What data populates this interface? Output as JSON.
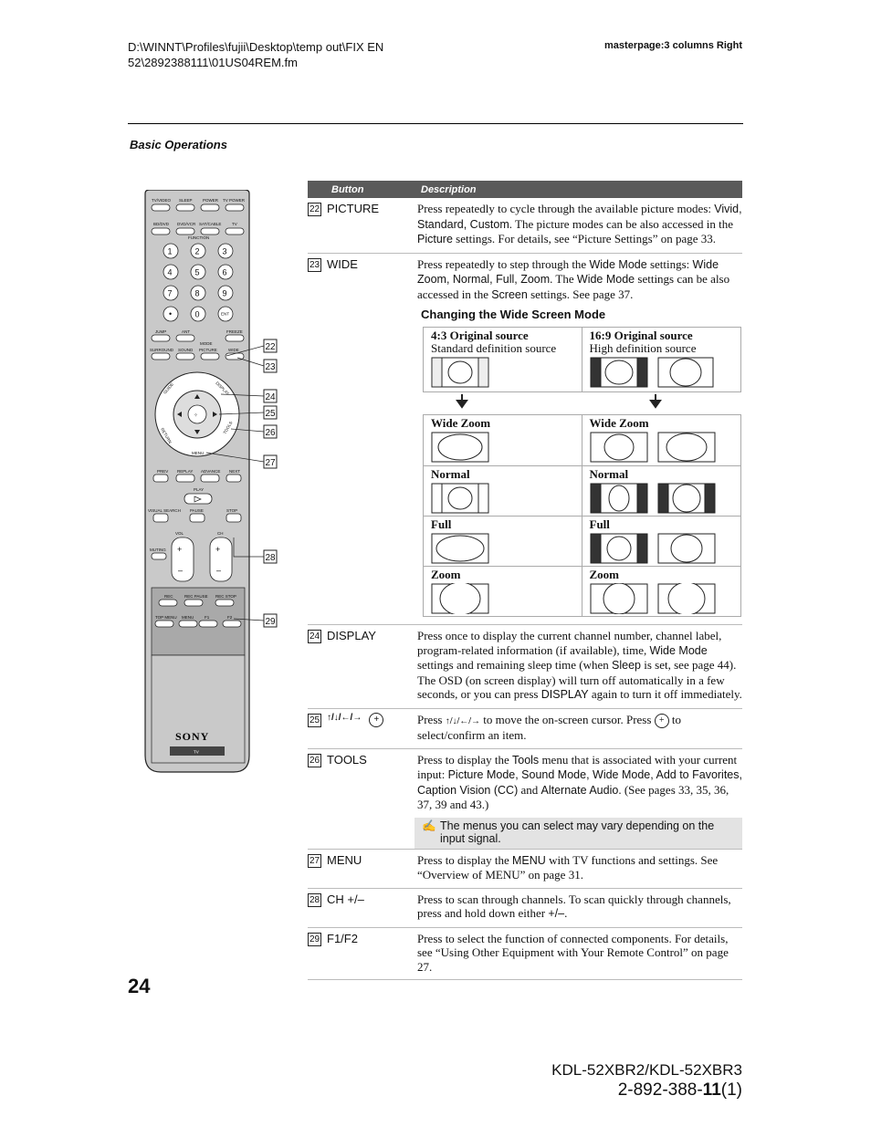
{
  "header": {
    "path_line1": "D:\\WINNT\\Profiles\\fujii\\Desktop\\temp out\\FIX EN",
    "path_line2": "52\\2892388111\\01US04REM.fm",
    "masterpage": "masterpage:3 columns Right"
  },
  "section_title": "Basic Operations",
  "remote": {
    "top_buttons": [
      "TV/VIDEO",
      "SLEEP",
      "POWER",
      "TV POWER"
    ],
    "function_buttons": [
      "DVD/VCR",
      "SAT/CABLE",
      "TV"
    ],
    "function_label": "FUNCTION",
    "bd_dvd": "BD/DVD",
    "digits": [
      "1",
      "2",
      "3",
      "4",
      "5",
      "6",
      "7",
      "8",
      "9",
      "•",
      "0",
      "ENT"
    ],
    "row_jump": [
      "JUMP",
      "ANT",
      "FREEZE"
    ],
    "mode_label": "MODE",
    "row_picture": [
      "SURROUND",
      "SOUND",
      "PICTURE",
      "WIDE"
    ],
    "ring_labels": [
      "GUIDE",
      "DISPLAY",
      "RETURN",
      "TOOLS",
      "MENU"
    ],
    "transport_top": [
      "PREV",
      "REPLAY",
      "ADVANCE",
      "NEXT"
    ],
    "transport_mid": [
      "PLAY"
    ],
    "transport_bottom": [
      "VISUAL SEARCH",
      "PAUSE",
      "STOP"
    ],
    "vol": "VOL",
    "ch": "CH",
    "muting": "MUTING",
    "rec_row": [
      "REC",
      "REC PAUSE",
      "REC STOP"
    ],
    "bottom_row": [
      "TOP MENU",
      "MENU",
      "F1",
      "F2"
    ],
    "brand": "SONY",
    "tv_label": "TV",
    "callouts": [
      "22",
      "23",
      "24",
      "25",
      "26",
      "27",
      "28",
      "29"
    ]
  },
  "table": {
    "col_button": "Button",
    "col_description": "Description"
  },
  "rows": {
    "picture": {
      "num": "22",
      "button": "PICTURE",
      "d1": "Press repeatedly to cycle through the available picture modes: ",
      "d2": "Vivid, Standard, Custom",
      "d3": ". The picture modes can be also accessed in the ",
      "d4": "Picture",
      "d5": " settings. For details, see “Picture Settings” on page 33."
    },
    "wide": {
      "num": "23",
      "button": "WIDE",
      "d1": "Press repeatedly to step through the ",
      "d2": "Wide Mode",
      "d3": " settings: ",
      "d4": "Wide Zoom, Normal, Full, Zoom",
      "d5": ". The ",
      "d6": "Wide Mode",
      "d7": " settings can be also accessed in the ",
      "d8": "Screen",
      "d9": " settings. See page 37."
    },
    "wide_table": {
      "title": "Changing the Wide Screen Mode",
      "h1_label": "4:3 Original source",
      "h1_sub": "Standard definition source",
      "h2_label": "16:9 Original source",
      "h2_sub": "High definition source",
      "modes": [
        "Wide Zoom",
        "Normal",
        "Full",
        "Zoom"
      ]
    },
    "display": {
      "num": "24",
      "button": "DISPLAY",
      "d1": "Press once to display the current channel number, channel label, program-related information (if available), time, ",
      "d2": "Wide Mode",
      "d3": " settings and remaining sleep time (when ",
      "d4": "Sleep",
      "d5": " is set, see page 44). The OSD (on screen display) will turn off automatically in a few seconds, or you can press ",
      "d6": "DISPLAY",
      "d7": " again to turn it off immediately."
    },
    "arrows": {
      "num": "25",
      "button": "↑/↓/←/→",
      "d1": "Press ",
      "d2": "↑/↓/←/→",
      "d3": " to move the on-screen cursor. Press ",
      "d4": " to select/confirm an item."
    },
    "tools": {
      "num": "26",
      "button": "TOOLS",
      "d1": "Press to display the ",
      "d2": "Tools",
      "d3": " menu that is associated with your current input: ",
      "d4": "Picture Mode, Sound Mode, Wide Mode, Add to Favorites, Caption Vision (CC)",
      "d5": " and ",
      "d6": "Alternate Audio",
      "d7": ". (See pages 33, 35, 36, 37, 39 and 43.)",
      "note": "The menus you can select may vary depending on the input signal."
    },
    "menu": {
      "num": "27",
      "button": "MENU",
      "d1": "Press to display the ",
      "d2": "MENU",
      "d3": " with TV functions and settings. See “Overview of MENU” on page 31."
    },
    "ch": {
      "num": "28",
      "button": "CH +/–",
      "d1": "Press to scan through channels. To scan quickly through channels, press and hold down either ",
      "d2": "+/–",
      "d3": "."
    },
    "f1f2": {
      "num": "29",
      "button": "F1/F2",
      "d1": "Press to select the function of connected components. For details, see “Using Other Equipment with Your Remote Control” on page 27."
    }
  },
  "footer": {
    "page_number": "24",
    "model": "KDL-52XBR2/KDL-52XBR3",
    "part_prefix": "2-892-388-",
    "part_bold": "11",
    "part_suffix": "(1)"
  }
}
